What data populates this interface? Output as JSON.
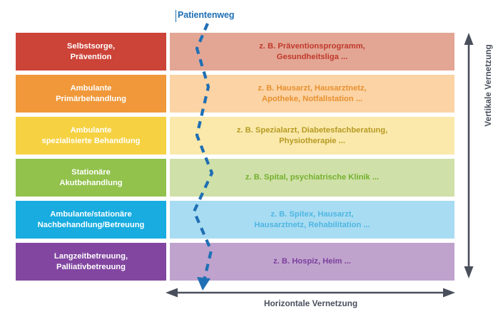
{
  "diagram": {
    "title_annotation": "Patientenweg",
    "annotation_color": "#1f6fb4",
    "axis": {
      "vertical_label": "Vertikale Vernetzung",
      "horizontal_label": "Horizontale Vernetzung",
      "axis_color": "#4a4f5c"
    },
    "rows": [
      {
        "level": "Selbstsorge,\nPrävention",
        "level_line1": "Selbstsorge,",
        "level_line2": "Prävention",
        "examples_line1": "z. B. Präventionsprogramm,",
        "examples_line2": "Gesundheitsliga ...",
        "color_strong": "#cc4338",
        "color_light": "#e3a695",
        "text_color": "#c0392b"
      },
      {
        "level": "Ambulante\nPrimärbehandlung",
        "level_line1": "Ambulante",
        "level_line2": "Primärbehandlung",
        "examples_line1": "z. B. Hausarzt, Hausarztnetz,",
        "examples_line2": "Apotheke, Notfallstation ...",
        "color_strong": "#f0983a",
        "color_light": "#fbd3a4",
        "text_color": "#e8902f"
      },
      {
        "level": "Ambulante\nspezialisierte Behandlung",
        "level_line1": "Ambulante",
        "level_line2": "spezialisierte Behandlung",
        "examples_line1": "z. B. Spezialarzt, Diabetesfachberatung,",
        "examples_line2": "Physiotherapie ...",
        "color_strong": "#f6d242",
        "color_light": "#fae9ab",
        "text_color": "#b79a22"
      },
      {
        "level": "Stationäre\nAkutbehandlung",
        "level_line1": "Stationäre",
        "level_line2": "Akutbehandlung",
        "examples_line1": "z. B. Spital, psychiatrische Klinik ...",
        "examples_line2": "",
        "color_strong": "#92c24c",
        "color_light": "#cfe0a8",
        "text_color": "#74b02e"
      },
      {
        "level": "Ambulante/stationäre\nNachbehandlung/Betreuung",
        "level_line1": "Ambulante/stationäre",
        "level_line2": "Nachbehandlung/Betreuung",
        "examples_line1": "z. B. Spitex, Hausarzt,",
        "examples_line2": "Hausarztnetz, Rehabilitation ...",
        "color_strong": "#18ace0",
        "color_light": "#a8dcf2",
        "text_color": "#4fb6e2"
      },
      {
        "level": "Langzeitbetreuung,\nPalliativbetreuung",
        "level_line1": "Langzeitbetreuung,",
        "level_line2": "Palliativbetreuung",
        "examples_line1": "z. B. Hospiz, Heim ...",
        "examples_line2": "",
        "color_strong": "#8246a0",
        "color_light": "#bfa3cd",
        "text_color": "#7b3f9d"
      }
    ]
  }
}
